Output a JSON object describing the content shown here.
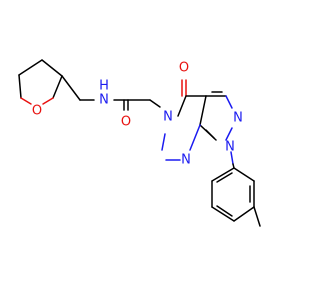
{
  "molecule": {
    "atom_labels": {
      "o_ring": "O",
      "o_amide": "O",
      "n_amide": "N",
      "h_amide": "H",
      "o_keto": "O",
      "n5": "N",
      "n1": "N",
      "n2": "N",
      "n7": "N"
    },
    "colors": {
      "bond": "#000000",
      "oxygen": "#e8110f",
      "nitrogen": "#1b1bf0"
    }
  }
}
